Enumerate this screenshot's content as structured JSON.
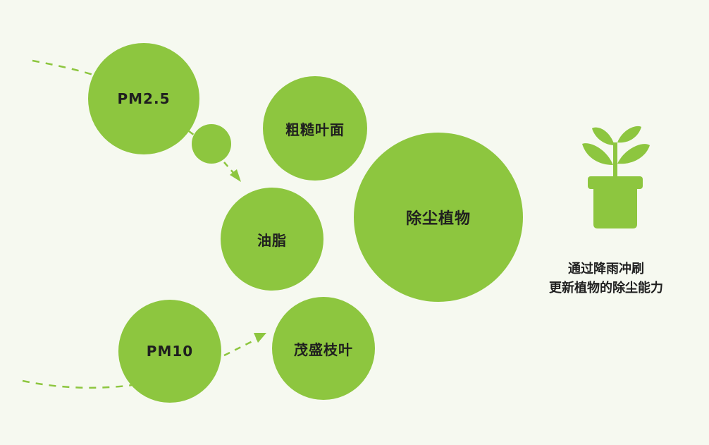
{
  "bubbles": {
    "pm25": "PM2.5",
    "rough_leaf": "粗糙叶面",
    "oil": "油脂",
    "dust_plant": "除尘植物",
    "pm10": "PM10",
    "lush": "茂盛枝叶"
  },
  "caption": {
    "line1": "通过降雨冲刷",
    "line2": "更新植物的除尘能力"
  },
  "colors": {
    "accent": "#8dc63f",
    "background": "#f6f9f0",
    "text": "#1f1f1f"
  },
  "icons": {
    "plant": "potted-plant-icon"
  }
}
